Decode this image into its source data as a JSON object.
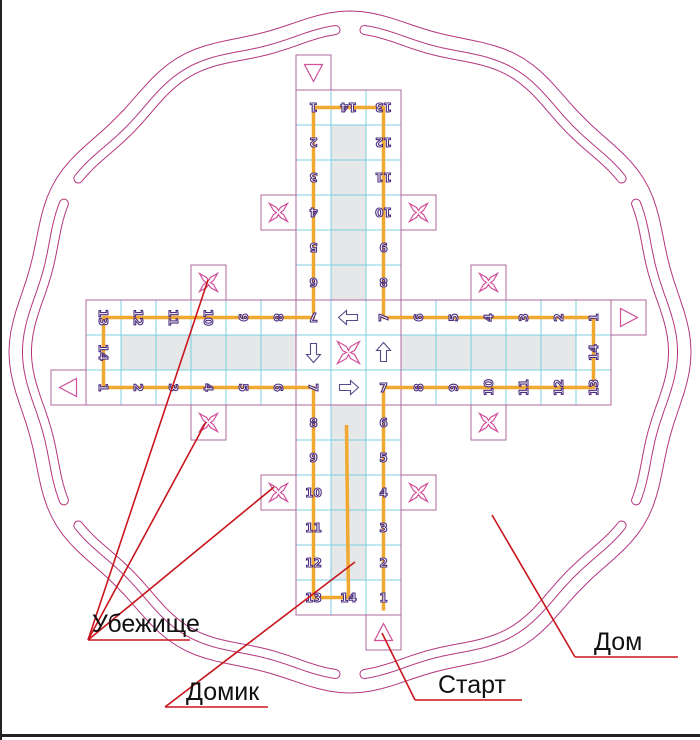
{
  "colors": {
    "ring": "#b4367f",
    "cell_border": "#b0679d",
    "cell_grid": "#7ccfe0",
    "home_fill": "#e6e7e9",
    "track": "#f0a830",
    "leader": "#c8161d",
    "icon": "#d0509a",
    "arrow": "#5a4a8a"
  },
  "track_numbers": [
    "1",
    "2",
    "3",
    "4",
    "5",
    "6",
    "7",
    "8",
    "9",
    "10",
    "11",
    "12",
    "13",
    "14"
  ],
  "labels": {
    "refuge": "Убежище",
    "home_cell": "Домик",
    "start": "Старт",
    "home": "Дом"
  },
  "center_icons": [
    "arrow-left",
    "arrow-down",
    "arrow-up",
    "arrow-right",
    "cross"
  ]
}
